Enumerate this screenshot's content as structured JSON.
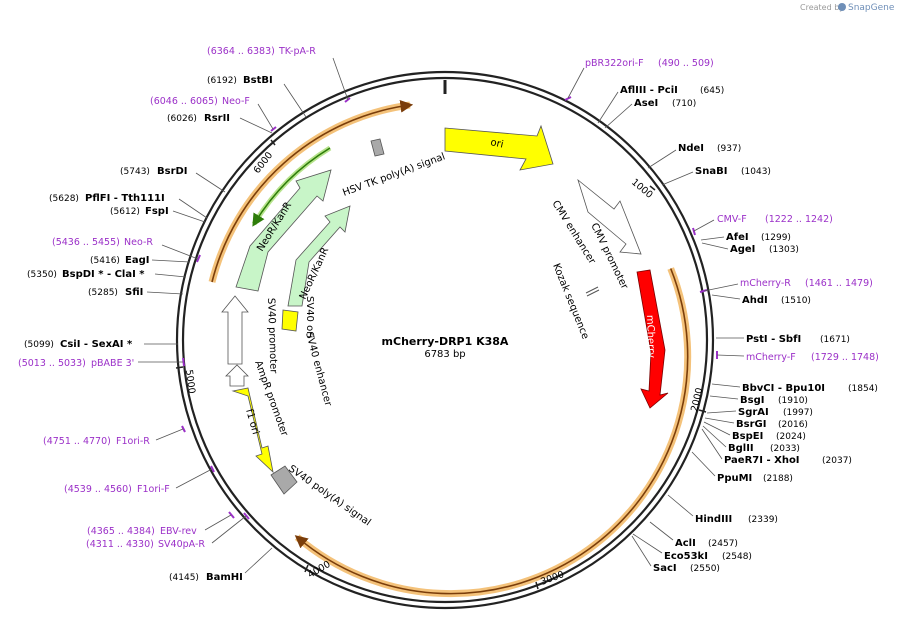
{
  "credit": {
    "created_by": "Created by",
    "brand": "SnapGene"
  },
  "plasmid": {
    "name": "mCherry-DRP1 K38A",
    "size_label": "6783 bp"
  },
  "ticks": [
    "1000",
    "2000",
    "3000",
    "4000",
    "5000",
    "6000"
  ],
  "colors": {
    "primer": "#9b30c8",
    "ori": "#ffff00",
    "mcherry": "#ff0000",
    "neo": "#c8f5c8",
    "orange": "#f4c27a",
    "arrow": "#7a3d0a",
    "green_arrow": "#2e7d0a"
  },
  "features": {
    "ori": "ori",
    "mcherry": "mCherry",
    "cmv_enhancer": "CMV enhancer",
    "cmv_promoter": "CMV promoter",
    "kozak": "Kozak sequence",
    "hsv_tk": "HSV TK poly(A) signal",
    "neokanr_outer": "NeoR/KanR",
    "neokanr_inner": "NeoR/KanR",
    "sv40_promoter": "SV40 promoter",
    "sv40_ori": "SV40 ori",
    "sv40_enhancer": "SV40 enhancer",
    "ampr_promoter": "AmpR promoter",
    "f1_ori": "f1 ori",
    "sv40_polya": "SV40 poly(A) signal"
  },
  "sites_right": [
    {
      "name": "AflIII",
      "sep": " - ",
      "name2": "PciI",
      "pos": "(645)"
    },
    {
      "name": "AseI",
      "pos": "(710)"
    },
    {
      "name": "NdeI",
      "pos": "(937)"
    },
    {
      "name": "SnaBI",
      "pos": "(1043)"
    },
    {
      "name": "AfeI",
      "pos": "(1299)"
    },
    {
      "name": "AgeI",
      "pos": "(1303)"
    },
    {
      "name": "AhdI",
      "pos": "(1510)"
    },
    {
      "name": "PstI",
      "sep": " - ",
      "name2": "SbfI",
      "pos": "(1671)"
    },
    {
      "name": "BbvCI",
      "sep": " - ",
      "name2": "Bpu10I",
      "pos": "(1854)"
    },
    {
      "name": "BsgI",
      "pos": "(1910)"
    },
    {
      "name": "SgrAI",
      "pos": "(1997)"
    },
    {
      "name": "BsrGI",
      "pos": "(2016)"
    },
    {
      "name": "BspEI",
      "pos": "(2024)"
    },
    {
      "name": "BglII",
      "pos": "(2033)"
    },
    {
      "name": "PaeR7I",
      "sep": " - ",
      "name2": "XhoI",
      "pos": "(2037)"
    },
    {
      "name": "PpuMI",
      "pos": "(2188)"
    },
    {
      "name": "HindIII",
      "pos": "(2339)"
    },
    {
      "name": "AclI",
      "pos": "(2457)"
    },
    {
      "name": "Eco53kI",
      "pos": "(2548)"
    },
    {
      "name": "SacI",
      "pos": "(2550)"
    }
  ],
  "sites_left": [
    {
      "name": "BstBI",
      "pos": "(6192)"
    },
    {
      "name": "RsrII",
      "pos": "(6026)"
    },
    {
      "name": "BsrDI",
      "pos": "(5743)"
    },
    {
      "name": "PflFI",
      "sep": " - ",
      "name2": "Tth111I",
      "pos": "(5628)"
    },
    {
      "name": "FspI",
      "pos": "(5612)"
    },
    {
      "name": "EagI",
      "pos": "(5416)"
    },
    {
      "name": "BspDI *",
      "sep": " - ",
      "name2": "ClaI *",
      "pos": "(5350)"
    },
    {
      "name": "SfiI",
      "pos": "(5285)"
    },
    {
      "name": "CsiI",
      "sep": " - ",
      "name2": "SexAI *",
      "pos": "(5099)"
    },
    {
      "name": "BamHI",
      "pos": "(4145)"
    }
  ],
  "primers": [
    {
      "name": "pBR322ori-F",
      "range": "(490 .. 509)"
    },
    {
      "name": "CMV-F",
      "range": "(1222 .. 1242)"
    },
    {
      "name": "mCherry-R",
      "range": "(1461 .. 1479)"
    },
    {
      "name": "mCherry-F",
      "range": "(1729 .. 1748)"
    },
    {
      "name": "TK-pA-R",
      "range": "(6364 .. 6383)"
    },
    {
      "name": "Neo-F",
      "range": "(6046 .. 6065)"
    },
    {
      "name": "Neo-R",
      "range": "(5436 .. 5455)"
    },
    {
      "name": "pBABE 3'",
      "range": "(5013 .. 5033)"
    },
    {
      "name": "F1ori-R",
      "range": "(4751 .. 4770)"
    },
    {
      "name": "F1ori-F",
      "range": "(4539 .. 4560)"
    },
    {
      "name": "EBV-rev",
      "range": "(4365 .. 4384)"
    },
    {
      "name": "SV40pA-R",
      "range": "(4311 .. 4330)"
    }
  ]
}
